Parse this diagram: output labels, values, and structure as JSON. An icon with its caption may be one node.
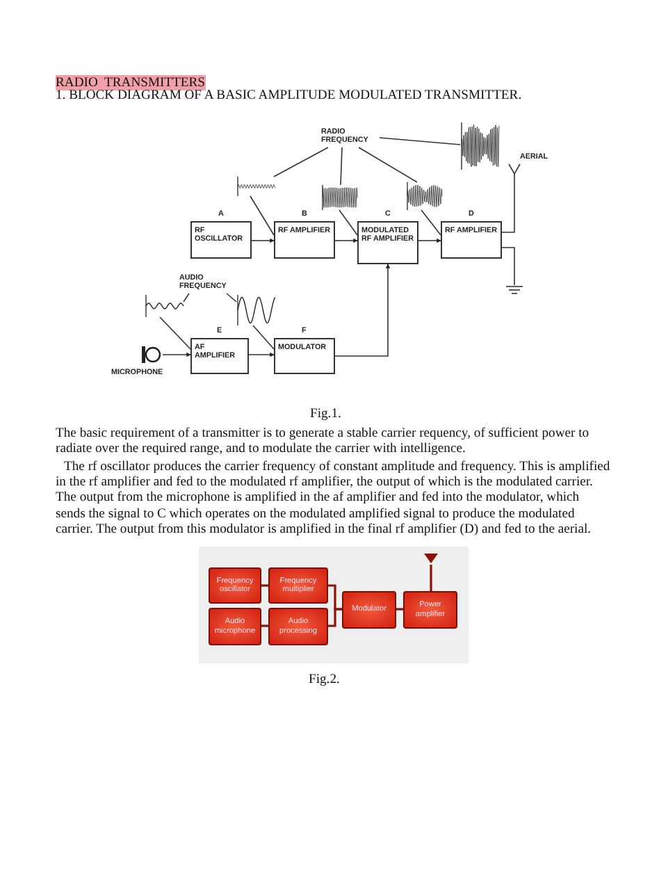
{
  "diagram": {
    "nodes": [
      {
        "text": [
          "RADIO FREQUENCY"
        ]
      },
      {
        "text": [],
        "shape": "waveform"
      },
      {
        "text": [],
        "shape": "waveform"
      },
      {
        "text": [],
        "shape": "waveform"
      },
      {
        "text": [],
        "shape": "waveform"
      },
      {
        "text": [
          "A",
          "RF OSCILLATOR"
        ]
      },
      {
        "text": [
          "B",
          "RF AMPLIFIER"
        ]
      },
      {
        "text": [
          "C",
          "MODULATED RF AMPLIFIER"
        ]
      },
      {
        "text": [
          "D",
          "RF AMPLIFIER"
        ]
      },
      {
        "text": [
          "AERIAL"
        ]
      },
      {
        "text": [],
        "shape": "ground"
      },
      {
        "text": [
          "AUDIO FREQUENCY"
        ]
      },
      {
        "text": [],
        "shape": "waveform"
      },
      {
        "text": [],
        "shape": "waveform"
      },
      {
        "text": [
          "MICROPHONE"
        ]
      },
      {
        "text": [
          "E",
          "AF AMPLIFIER"
        ]
      },
      {
        "text": [
          "F",
          "MODULATOR"
        ]
      },
      {
        "text": [
          "Frequency oscillator"
        ]
      },
      {
        "text": [
          "Frequency multiplier"
        ]
      },
      {
        "text": [
          "Audio microphone"
        ]
      },
      {
        "text": [
          "Audio processing"
        ]
      },
      {
        "text": [
          "Modulator"
        ]
      },
      {
        "text": [
          "Power amplifier"
        ]
      },
      {
        "text": [],
        "shape": "antenna"
      }
    ],
    "edges": [
      {
        "from": 5,
        "to": 6,
        "arrow": "to"
      },
      {
        "from": 6,
        "to": 7,
        "arrow": "to"
      },
      {
        "from": 7,
        "to": 8,
        "arrow": "to"
      },
      {
        "from": 8,
        "to": 9,
        "arrow": "none"
      },
      {
        "from": 8,
        "to": 10,
        "arrow": "none"
      },
      {
        "from": 14,
        "to": 15,
        "arrow": "to"
      },
      {
        "from": 15,
        "to": 16,
        "arrow": "to"
      },
      {
        "from": 16,
        "to": 7,
        "arrow": "to"
      },
      {
        "from": 0,
        "to": 1,
        "arrow": "none"
      },
      {
        "from": 0,
        "to": 2,
        "arrow": "none"
      },
      {
        "from": 0,
        "to": 3,
        "arrow": "none"
      },
      {
        "from": 0,
        "to": 4,
        "arrow": "none"
      },
      {
        "from": 1,
        "to": 6,
        "arrow": "none"
      },
      {
        "from": 2,
        "to": 7,
        "arrow": "none"
      },
      {
        "from": 3,
        "to": 8,
        "arrow": "none"
      },
      {
        "from": 11,
        "to": 12,
        "arrow": "none"
      },
      {
        "from": 11,
        "to": 13,
        "arrow": "none"
      },
      {
        "from": 12,
        "to": 15,
        "arrow": "none"
      },
      {
        "from": 13,
        "to": 16,
        "arrow": "none"
      },
      {
        "from": 17,
        "to": 18,
        "arrow": "none"
      },
      {
        "from": 19,
        "to": 20,
        "arrow": "none"
      },
      {
        "from": 18,
        "to": 21,
        "arrow": "none"
      },
      {
        "from": 20,
        "to": 21,
        "arrow": "none"
      },
      {
        "from": 21,
        "to": 22,
        "arrow": "none"
      },
      {
        "from": 22,
        "to": 23,
        "arrow": "none"
      }
    ],
    "labels": [
      "RADIO  TRANSMITTERS",
      "1. BLOCK DIAGRAM OF A BASIC AMPLITUDE MODULATED TRANSMITTER.",
      "Fig.1.",
      "The basic requirement of a transmitter is to generate a stable carrier requency, of sufficient power to radiate over the required range, and to modulate the carrier with intelligence.",
      "The rf oscillator produces the carrier frequency of constant amplitude and frequency. This is amplified in the rf amplifier and fed to the modulated rf amplifier, the output of which is the modulated carrier. The output from the microphone is amplified in the af amplifier and fed into the modulator, which sends the signal to C which operates on the modulated amplified signal to produce the modulated carrier. The output from this modulator is amplified in the final rf amplifier (D) and fed to the aerial.",
      "Fig.2."
    ]
  }
}
